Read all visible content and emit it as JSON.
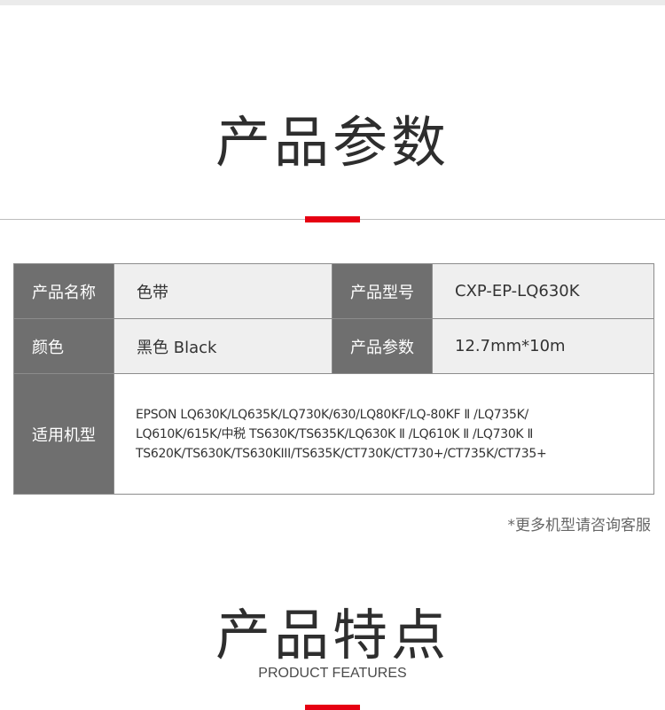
{
  "section_params": {
    "title": "产品参数"
  },
  "spec_table": {
    "row1": {
      "label1": "产品名称",
      "value1": "色带",
      "label2": "产品型号",
      "value2": "CXP-EP-LQ630K"
    },
    "row2": {
      "label1": "颜色",
      "value1": "黑色  Black",
      "label2": "产品参数",
      "value2": "12.7mm*10m"
    },
    "row3": {
      "label": "适用机型",
      "lines": [
        "EPSON LQ630K/LQ635K/LQ730K/630/LQ80KF/LQ-80KF Ⅱ /LQ735K/",
        "LQ610K/615K/中税 TS630K/TS635K/LQ630K Ⅱ /LQ610K Ⅱ /LQ730K Ⅱ",
        "TS620K/TS630K/TS630KIII/TS635K/CT730K/CT730+/CT735K/CT735+"
      ]
    }
  },
  "note": "*更多机型请咨询客服",
  "section_features": {
    "title": "产品特点",
    "subtitle": "PRODUCT FEATURES"
  },
  "colors": {
    "accent_red": "#e60012",
    "label_bg": "#6f6f6f",
    "value_bg": "#efefef"
  }
}
